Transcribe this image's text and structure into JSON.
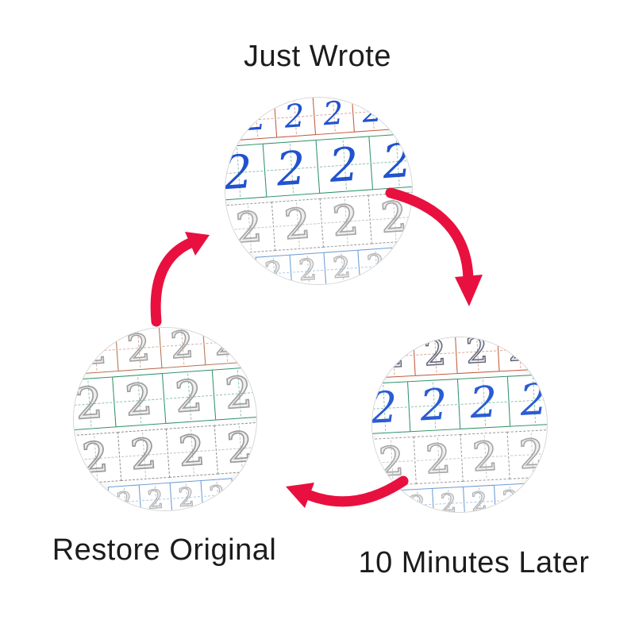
{
  "labels": {
    "top": "Just Wrote",
    "bottom_left": "Restore Original",
    "bottom_right": "10 Minutes Later"
  },
  "digit": "2",
  "colors": {
    "arrow": "#e8103f",
    "text": "#1c1c1c"
  },
  "circles": [
    {
      "name": "just-wrote",
      "tilt": -4,
      "rows": [
        {
          "count": 4,
          "cell": 50,
          "font": 40,
          "grid": "#c25a3c",
          "border": "solid",
          "ink": "#2152cf",
          "style": "solid"
        },
        {
          "count": 4,
          "cell": 68,
          "font": 58,
          "grid": "#2f9268",
          "border": "solid",
          "ink": "#2152cf",
          "style": "solid"
        },
        {
          "count": 4,
          "cell": 62,
          "font": 52,
          "grid": "#9a9a9a",
          "border": "dashed",
          "ink": "#a7a7a7",
          "style": "outline"
        },
        {
          "count": 4,
          "cell": 44,
          "font": 36,
          "grid": "#6b9bd2",
          "border": "solid",
          "ink": "#b3b3b3",
          "style": "outline"
        }
      ]
    },
    {
      "name": "ten-minutes-later",
      "tilt": -3,
      "rows": [
        {
          "count": 4,
          "cell": 54,
          "font": 44,
          "grid": "#c25a3c",
          "border": "solid",
          "ink": "#5a5f74",
          "style": "outline"
        },
        {
          "count": 4,
          "cell": 64,
          "font": 54,
          "grid": "#2f9268",
          "border": "solid",
          "ink": "#2a5cd4",
          "style": "solid"
        },
        {
          "count": 4,
          "cell": 60,
          "font": 50,
          "grid": "#9a9a9a",
          "border": "dashed",
          "ink": "#a7a7a7",
          "style": "outline"
        },
        {
          "count": 4,
          "cell": 40,
          "font": 32,
          "grid": "#6b9bd2",
          "border": "solid",
          "ink": "#b3b3b3",
          "style": "outline"
        }
      ]
    },
    {
      "name": "restore-original",
      "tilt": -4,
      "rows": [
        {
          "count": 4,
          "cell": 56,
          "font": 46,
          "grid": "#b5714f",
          "border": "solid",
          "ink": "#9f9f9f",
          "style": "outline"
        },
        {
          "count": 4,
          "cell": 64,
          "font": 54,
          "grid": "#2f9268",
          "border": "solid",
          "ink": "#9f9f9f",
          "style": "outline"
        },
        {
          "count": 4,
          "cell": 62,
          "font": 52,
          "grid": "#8f8f8f",
          "border": "dashed",
          "ink": "#9a9a9a",
          "style": "outline"
        },
        {
          "count": 4,
          "cell": 40,
          "font": 32,
          "grid": "#6b9bd2",
          "border": "solid",
          "ink": "#b3b3b3",
          "style": "outline"
        }
      ]
    }
  ]
}
